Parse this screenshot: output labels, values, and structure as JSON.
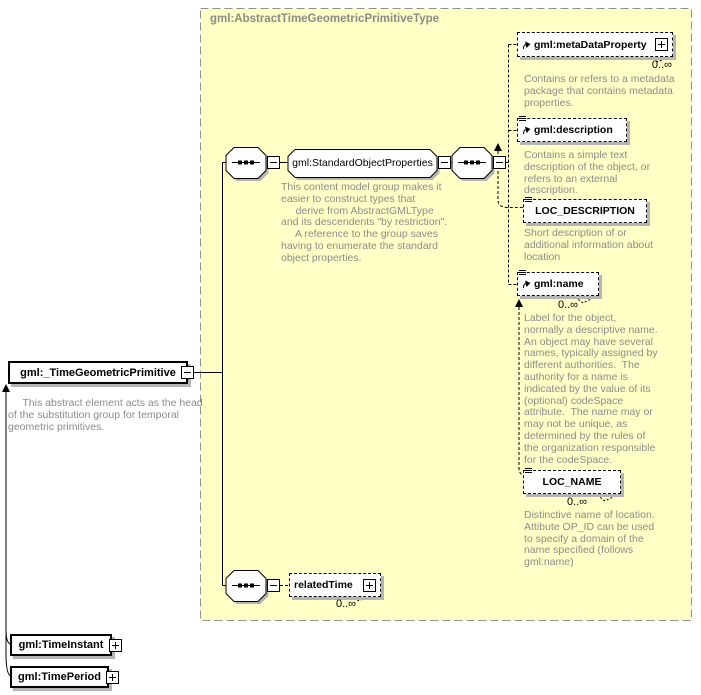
{
  "title": "gml:AbstractTimeGeometricPrimitiveType",
  "root_element": {
    "name": "gml:_TimeGeometricPrimitive",
    "annotation": "     This abstract element acts as the head\nof the substitution group for temporal\ngeometric primitives."
  },
  "group": {
    "name": "gml:StandardObjectProperties",
    "annotation": "This content model group makes it\neasier to construct types that\n     derive from AbstractGMLType\nand its descendents \"by restriction\".\n     A reference to the group saves\nhaving to enumerate the standard\nobject properties."
  },
  "elements": {
    "metaDataProperty": {
      "name": "gml:metaDataProperty",
      "cardinality": "0..∞",
      "annotation": "Contains or refers to a metadata\npackage that contains metadata\nproperties."
    },
    "description": {
      "name": "gml:description",
      "annotation": "Contains a simple text\ndescription of the object, or\nrefers to an external\ndescription."
    },
    "loc_description": {
      "name": "LOC_DESCRIPTION",
      "annotation": "Short description of or\nadditional information about\nlocation"
    },
    "name": {
      "name": "gml:name",
      "cardinality": "0..∞",
      "annotation": "Label for the object,\nnormally a descriptive name.\nAn object may have several\nnames, typically assigned by\ndifferent authorities.  The\nauthority for a name is\nindicated by the value of its\n(optional) codeSpace\nattribute.  The name may or\nmay not be unique, as\ndetermined by the rules of\nthe organization responsible\nfor the codeSpace."
    },
    "loc_name": {
      "name": "LOC_NAME",
      "cardinality": "0..∞",
      "annotation": "Distinctive name of location.\nAttibute OP_ID can be used\nto specify a domain of the\nname specified (follows\ngml:name)"
    },
    "relatedTime": {
      "name": "relatedTime",
      "cardinality": "0..∞"
    }
  },
  "substitution_elements": {
    "timeInstant": {
      "name": "gml:TimeInstant"
    },
    "timePeriod": {
      "name": "gml:TimePeriod"
    }
  },
  "colors": {
    "container_fill": "#ffffc6",
    "container_border": "#909090",
    "annotation_text": "#8c8c8c",
    "shadow": "#b4b4b4",
    "title_text": "#8b8b85"
  }
}
